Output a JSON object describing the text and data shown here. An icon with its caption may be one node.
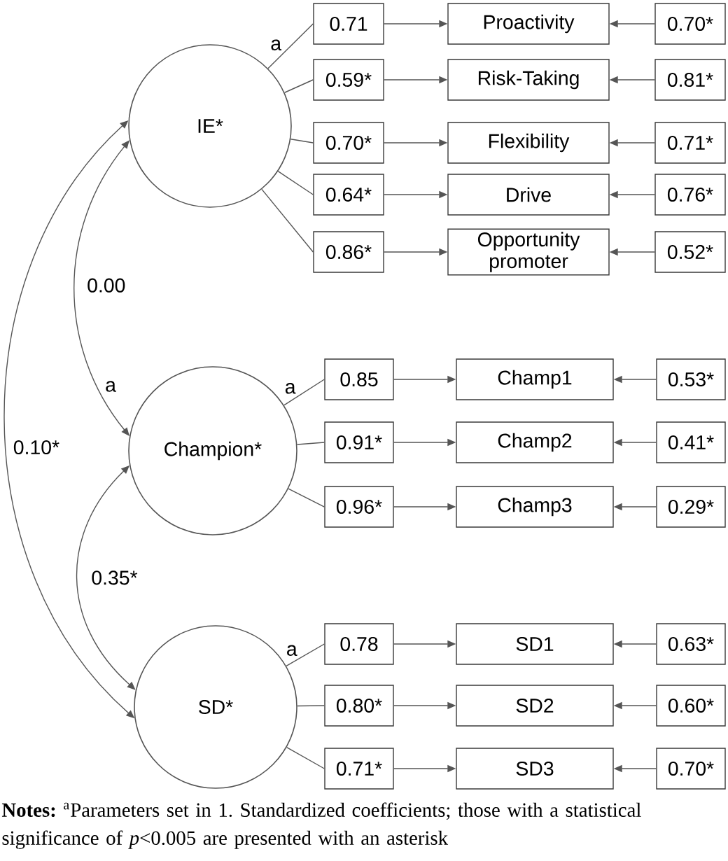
{
  "diagram": {
    "caption": "**Notes:** $^{a}$Parameters set in 1. Standardized coefficients; those with a statistical significance of *p*<0.005 are presented with an asterisk",
    "nodes": [
      {
        "text": [
          "IE*"
        ]
      },
      {
        "text": [
          "0.71"
        ]
      },
      {
        "text": [
          "Proactivity"
        ]
      },
      {
        "text": [
          "0.70*"
        ]
      },
      {
        "text": [
          "0.59*"
        ]
      },
      {
        "text": [
          "Risk-Taking"
        ]
      },
      {
        "text": [
          "0.81*"
        ]
      },
      {
        "text": [
          "0.70*"
        ]
      },
      {
        "text": [
          "Flexibility"
        ]
      },
      {
        "text": [
          "0.71*"
        ]
      },
      {
        "text": [
          "0.64*"
        ]
      },
      {
        "text": [
          "Drive"
        ]
      },
      {
        "text": [
          "0.76*"
        ]
      },
      {
        "text": [
          "0.86*"
        ]
      },
      {
        "text": [
          "Opportunity promoter"
        ]
      },
      {
        "text": [
          "0.52*"
        ]
      },
      {
        "text": [
          "Champion*"
        ]
      },
      {
        "text": [
          "0.85"
        ]
      },
      {
        "text": [
          "Champ1"
        ]
      },
      {
        "text": [
          "0.53*"
        ]
      },
      {
        "text": [
          "0.91*"
        ]
      },
      {
        "text": [
          "Champ2"
        ]
      },
      {
        "text": [
          "0.41*"
        ]
      },
      {
        "text": [
          "0.96*"
        ]
      },
      {
        "text": [
          "Champ3"
        ]
      },
      {
        "text": [
          "0.29*"
        ]
      },
      {
        "text": [
          "SD*"
        ]
      },
      {
        "text": [
          "0.78"
        ]
      },
      {
        "text": [
          "SD1"
        ]
      },
      {
        "text": [
          "0.63*"
        ]
      },
      {
        "text": [
          "0.80*"
        ]
      },
      {
        "text": [
          "SD2"
        ]
      },
      {
        "text": [
          "0.60*"
        ]
      },
      {
        "text": [
          "0.71*"
        ]
      },
      {
        "text": [
          "SD3"
        ]
      },
      {
        "text": [
          "0.70*"
        ]
      }
    ],
    "edges": [
      {
        "from": 0,
        "to": 1,
        "arrow": "none",
        "label": "a"
      },
      {
        "from": 1,
        "to": 2,
        "arrow": "to"
      },
      {
        "from": 3,
        "to": 2,
        "arrow": "to"
      },
      {
        "from": 0,
        "to": 4,
        "arrow": "none"
      },
      {
        "from": 4,
        "to": 5,
        "arrow": "to"
      },
      {
        "from": 6,
        "to": 5,
        "arrow": "to"
      },
      {
        "from": 0,
        "to": 7,
        "arrow": "none"
      },
      {
        "from": 7,
        "to": 8,
        "arrow": "to"
      },
      {
        "from": 9,
        "to": 8,
        "arrow": "to"
      },
      {
        "from": 0,
        "to": 10,
        "arrow": "none"
      },
      {
        "from": 10,
        "to": 11,
        "arrow": "to"
      },
      {
        "from": 12,
        "to": 11,
        "arrow": "to"
      },
      {
        "from": 0,
        "to": 13,
        "arrow": "none"
      },
      {
        "from": 13,
        "to": 14,
        "arrow": "to"
      },
      {
        "from": 15,
        "to": 14,
        "arrow": "to"
      },
      {
        "from": 16,
        "to": 17,
        "arrow": "none",
        "label": "a"
      },
      {
        "from": 17,
        "to": 18,
        "arrow": "to"
      },
      {
        "from": 19,
        "to": 18,
        "arrow": "to"
      },
      {
        "from": 16,
        "to": 20,
        "arrow": "none"
      },
      {
        "from": 20,
        "to": 21,
        "arrow": "to"
      },
      {
        "from": 22,
        "to": 21,
        "arrow": "to"
      },
      {
        "from": 16,
        "to": 23,
        "arrow": "none"
      },
      {
        "from": 23,
        "to": 24,
        "arrow": "to"
      },
      {
        "from": 25,
        "to": 24,
        "arrow": "to"
      },
      {
        "from": 26,
        "to": 27,
        "arrow": "none",
        "label": "a"
      },
      {
        "from": 27,
        "to": 28,
        "arrow": "to"
      },
      {
        "from": 29,
        "to": 28,
        "arrow": "to"
      },
      {
        "from": 26,
        "to": 30,
        "arrow": "none"
      },
      {
        "from": 30,
        "to": 31,
        "arrow": "to"
      },
      {
        "from": 32,
        "to": 31,
        "arrow": "to"
      },
      {
        "from": 26,
        "to": 33,
        "arrow": "none"
      },
      {
        "from": 33,
        "to": 34,
        "arrow": "to"
      },
      {
        "from": 35,
        "to": 34,
        "arrow": "to"
      },
      {
        "from": 0,
        "to": 16,
        "arrow": "both",
        "label": "0.00"
      },
      {
        "from": 16,
        "to": 26,
        "arrow": "both",
        "label": "0.35*"
      },
      {
        "from": 0,
        "to": 26,
        "arrow": "both",
        "label": "0.10*"
      }
    ],
    "labels": [
      "a"
    ]
  }
}
